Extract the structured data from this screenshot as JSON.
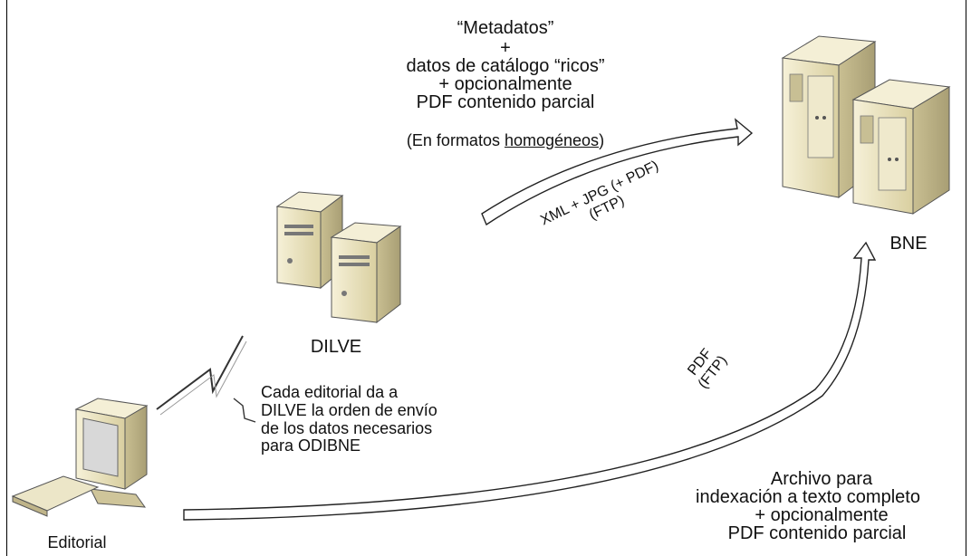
{
  "top_annotation": {
    "line1": "“Metadatos”",
    "line2": "+",
    "line3": "datos de catálogo “ricos”",
    "line4": "+ opcionalmente",
    "line5": "PDF contenido parcial",
    "formats_prefix": "(En formatos ",
    "formats_underlined": "homogéneos",
    "formats_suffix": ")"
  },
  "arrow_dilve_bne": {
    "line1": "XML + JPG (+ PDF)",
    "line2": "(FTP)"
  },
  "arrow_editorial_bne_curve": {
    "line1": "PDF",
    "line2": "(FTP)"
  },
  "nodes": {
    "dilve": "DILVE",
    "bne": "BNE",
    "editorial": "Editorial"
  },
  "editorial_note": {
    "line1": "Cada editorial da a",
    "line2": "DILVE la orden de envío",
    "line3": "de los datos necesarios",
    "line4": "para ODIBNE"
  },
  "bottom_annotation": {
    "line1": "Archivo para",
    "line2": "indexación a texto completo",
    "line3": "+ opcionalmente",
    "line4": "PDF contenido parcial"
  },
  "colors": {
    "server_body": "#e9e2bd",
    "server_dark": "#b9b08a",
    "server_top": "#f4efd6",
    "outline": "#333333"
  }
}
